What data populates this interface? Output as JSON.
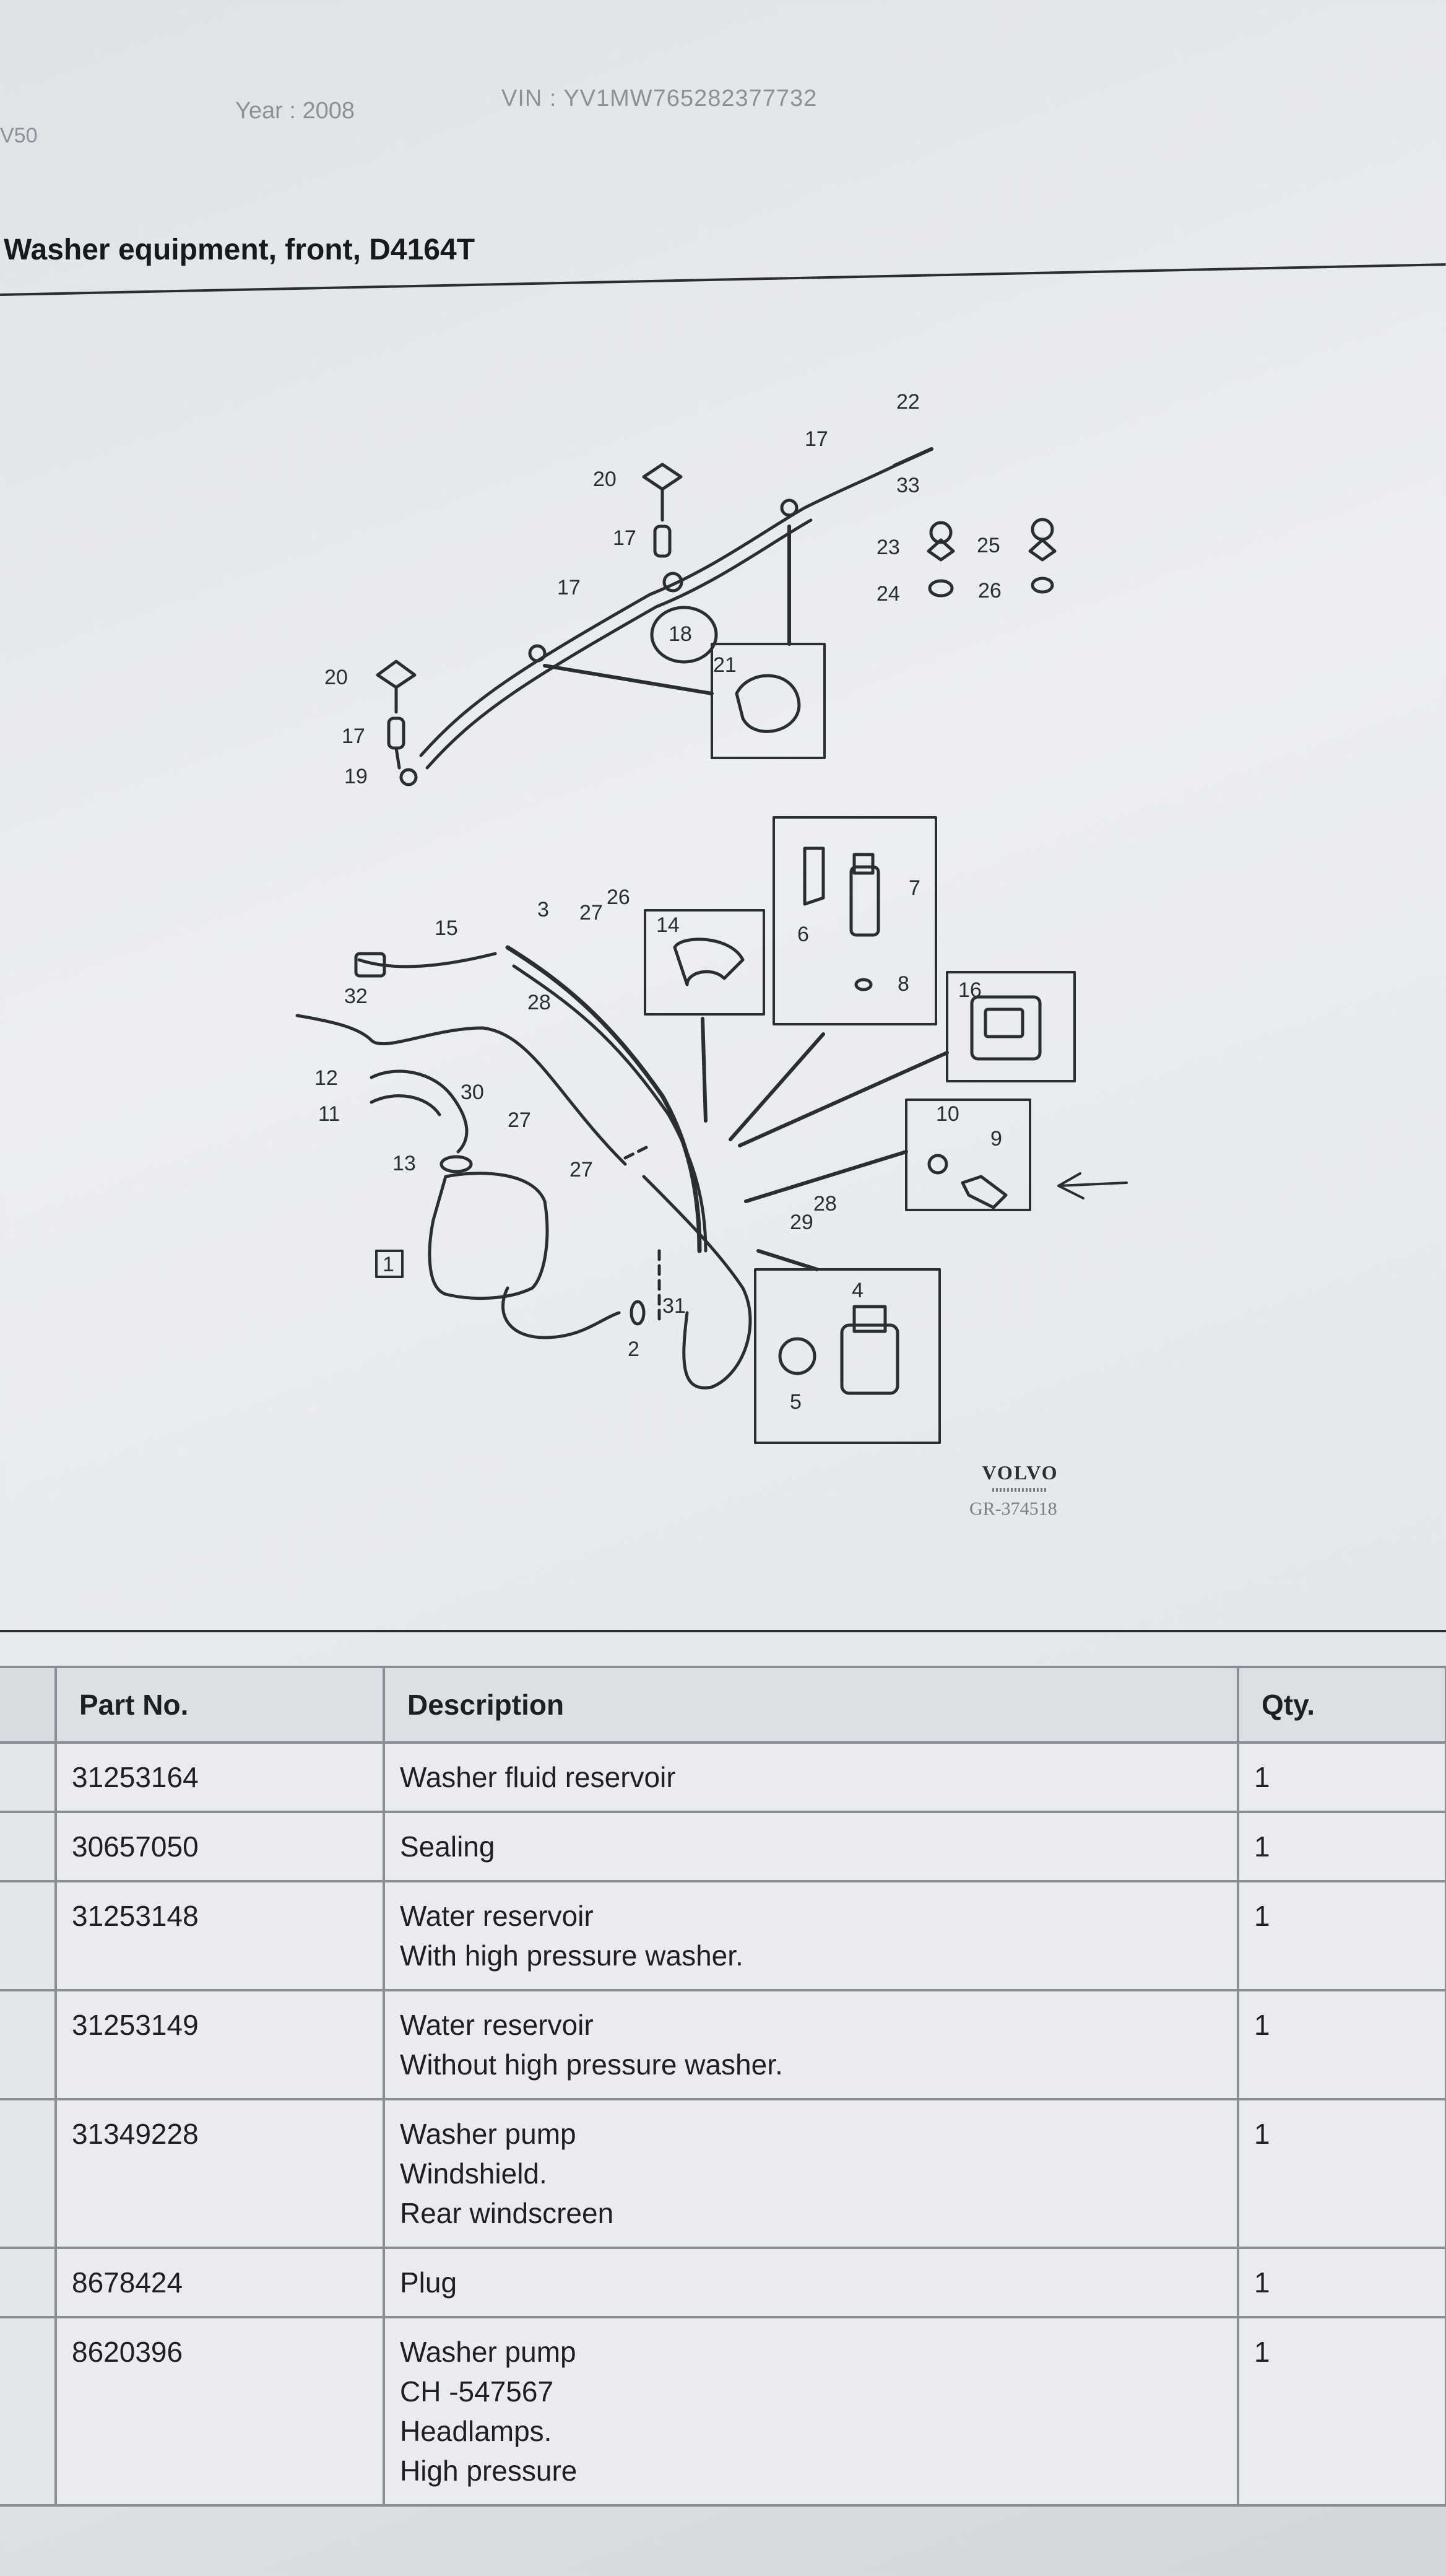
{
  "header": {
    "model": "V50",
    "year": "Year : 2008",
    "vin": "VIN : YV1MW765282377732",
    "title": "Washer equipment, front, D4164T"
  },
  "diagram": {
    "labels": {
      "l1": "1",
      "l2": "2",
      "l3": "3",
      "l4": "4",
      "l5": "5",
      "l6": "6",
      "l7": "7",
      "l8": "8",
      "l9": "9",
      "l10": "10",
      "l11": "11",
      "l12": "12",
      "l13": "13",
      "l14": "14",
      "l15": "15",
      "l16": "16",
      "l17a": "17",
      "l17b": "17",
      "l17c": "17",
      "l17d": "17",
      "l18": "18",
      "l19": "19",
      "l20a": "20",
      "l20b": "20",
      "l21": "21",
      "l22": "22",
      "l23": "23",
      "l24": "24",
      "l25": "25",
      "l26a": "26",
      "l26b": "26",
      "l27a": "27",
      "l27b": "27",
      "l27c": "27",
      "l28a": "28",
      "l28b": "28",
      "l29": "29",
      "l30": "30",
      "l31": "31",
      "l32": "32",
      "l33": "33"
    },
    "brand": "VOLVO",
    "ref": "GR-374518"
  },
  "table": {
    "headers": {
      "part_no": "Part No.",
      "description": "Description",
      "qty": "Qty."
    },
    "rows": [
      {
        "part_no": "31253164",
        "description": [
          "Washer fluid reservoir"
        ],
        "qty": "1"
      },
      {
        "part_no": "30657050",
        "description": [
          "Sealing"
        ],
        "qty": "1"
      },
      {
        "part_no": "31253148",
        "description": [
          "Water reservoir",
          "With high pressure washer."
        ],
        "qty": "1"
      },
      {
        "part_no": "31253149",
        "description": [
          "Water reservoir",
          "Without high pressure washer."
        ],
        "qty": "1"
      },
      {
        "part_no": "31349228",
        "description": [
          "Washer pump",
          "Windshield.",
          "Rear windscreen"
        ],
        "qty": "1"
      },
      {
        "part_no": "8678424",
        "description": [
          "Plug"
        ],
        "qty": "1"
      },
      {
        "part_no": "8620396",
        "description": [
          "Washer pump",
          "CH -547567",
          "Headlamps.",
          "High pressure"
        ],
        "qty": "1"
      }
    ]
  }
}
